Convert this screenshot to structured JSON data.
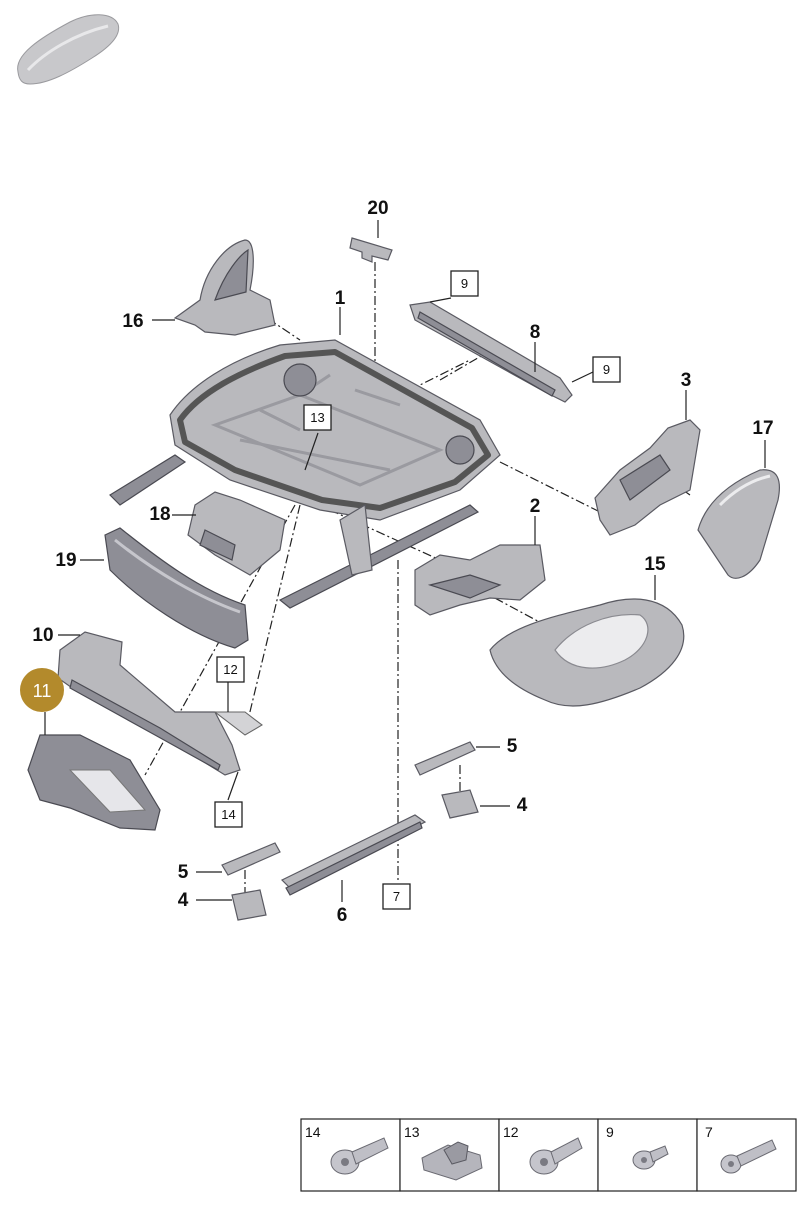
{
  "callouts": {
    "c1": "1",
    "c2": "2",
    "c3": "3",
    "c4a": "4",
    "c4b": "4",
    "c5a": "5",
    "c5b": "5",
    "c6": "6",
    "c8": "8",
    "c10": "10",
    "c15": "15",
    "c16": "16",
    "c17": "17",
    "c18": "18",
    "c19": "19",
    "c20": "20"
  },
  "boxed_callouts": {
    "b7": "7",
    "b9a": "9",
    "b9b": "9",
    "b12": "12",
    "b13": "13",
    "b14": "14"
  },
  "highlighted_callout": {
    "label": "11",
    "color": "#b38a2c"
  },
  "hardware_table": {
    "cells": [
      {
        "number": "14",
        "part": "bolt-icon"
      },
      {
        "number": "13",
        "part": "nut-block-icon"
      },
      {
        "number": "12",
        "part": "bolt-icon"
      },
      {
        "number": "9",
        "part": "screw-icon"
      },
      {
        "number": "7",
        "part": "screw-icon"
      }
    ]
  },
  "colors": {
    "part_fill": "#b9b9bd",
    "highlight": "#b38a2c"
  }
}
